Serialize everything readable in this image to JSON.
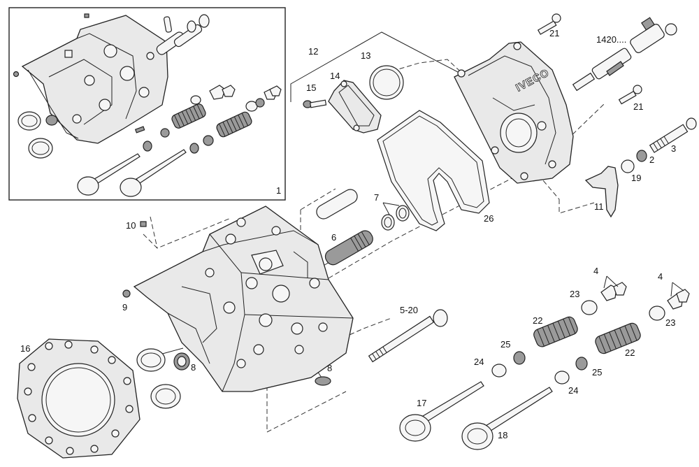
{
  "brand_text": "IVECO",
  "callouts": {
    "c1": "1",
    "c2": "2",
    "c3": "3",
    "c4a": "4",
    "c4b": "4",
    "c5_20": "5-20",
    "c6": "6",
    "c7": "7",
    "c8a": "8",
    "c8b": "8",
    "c9": "9",
    "c10": "10",
    "c11": "11",
    "c12": "12",
    "c13": "13",
    "c14": "14",
    "c15": "15",
    "c16": "16",
    "c17": "17",
    "c18": "18",
    "c19": "19",
    "c21a": "21",
    "c21b": "21",
    "c22a": "22",
    "c22b": "22",
    "c23a": "23",
    "c23b": "23",
    "c24a": "24",
    "c24b": "24",
    "c25a": "25",
    "c25b": "25",
    "c26": "26",
    "c1420": "1420...."
  }
}
